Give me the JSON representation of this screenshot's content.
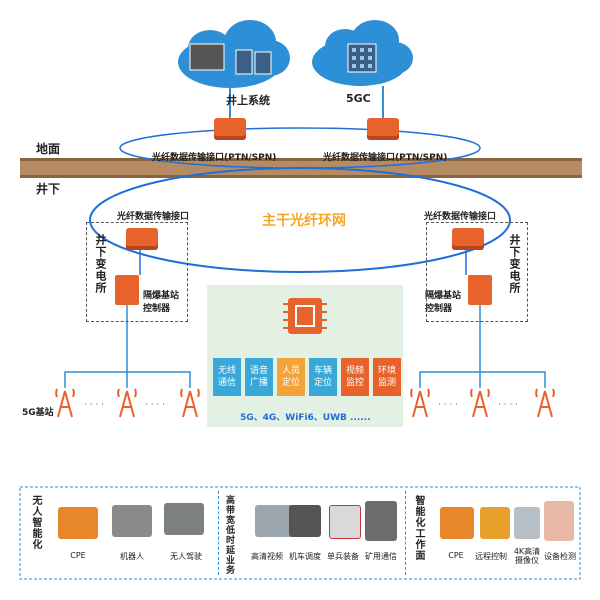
{
  "labels": {
    "surface": "地面",
    "underground": "井下",
    "jingshang": "井上系统",
    "fivegc": "5GC",
    "ptn_left": "光纤数据传输接口(PTN/SPN)",
    "ptn_right": "光纤数据传输接口(PTN/SPN)",
    "fiber_left": "光纤数据传输接口",
    "fiber_right": "光纤数据传输接口",
    "ring": "主干光纤环网",
    "substation_left": "井下变电所",
    "substation_right": "井下变电所",
    "explosion_left": "隔爆基站控制器",
    "explosion_right": "隔爆基站控制器",
    "base_station": "5G基站",
    "dots": "· · · ·",
    "tech": "5G、4G、WiFi6、UWB ......"
  },
  "services": [
    {
      "label": "无线通信",
      "color": "#3aa7d9"
    },
    {
      "label": "语音广播",
      "color": "#3aa7d9"
    },
    {
      "label": "人员定位",
      "color": "#f2a33a"
    },
    {
      "label": "车辆定位",
      "color": "#3aa7d9"
    },
    {
      "label": "视频监控",
      "color": "#e8622c"
    },
    {
      "label": "环境监测",
      "color": "#e8622c"
    }
  ],
  "panels": [
    {
      "title": "无人智能化",
      "items": [
        "CPE",
        "机器人",
        "无人驾驶"
      ]
    },
    {
      "title": "高带宽低时延业务",
      "items": [
        "高清视频",
        "机车调度",
        "单兵装备",
        "矿用通信"
      ]
    },
    {
      "title": "智能化工作面",
      "items": [
        "CPE",
        "远程控制",
        "4K高清摄像仪",
        "设备检测"
      ]
    }
  ],
  "colors": {
    "ring": "#1e6fd9",
    "ground": "#b58b63",
    "device": "#e8622c",
    "cloud": "#2d8fd5",
    "accent": "#f5a623",
    "panel_border": "#2d8fd5"
  }
}
